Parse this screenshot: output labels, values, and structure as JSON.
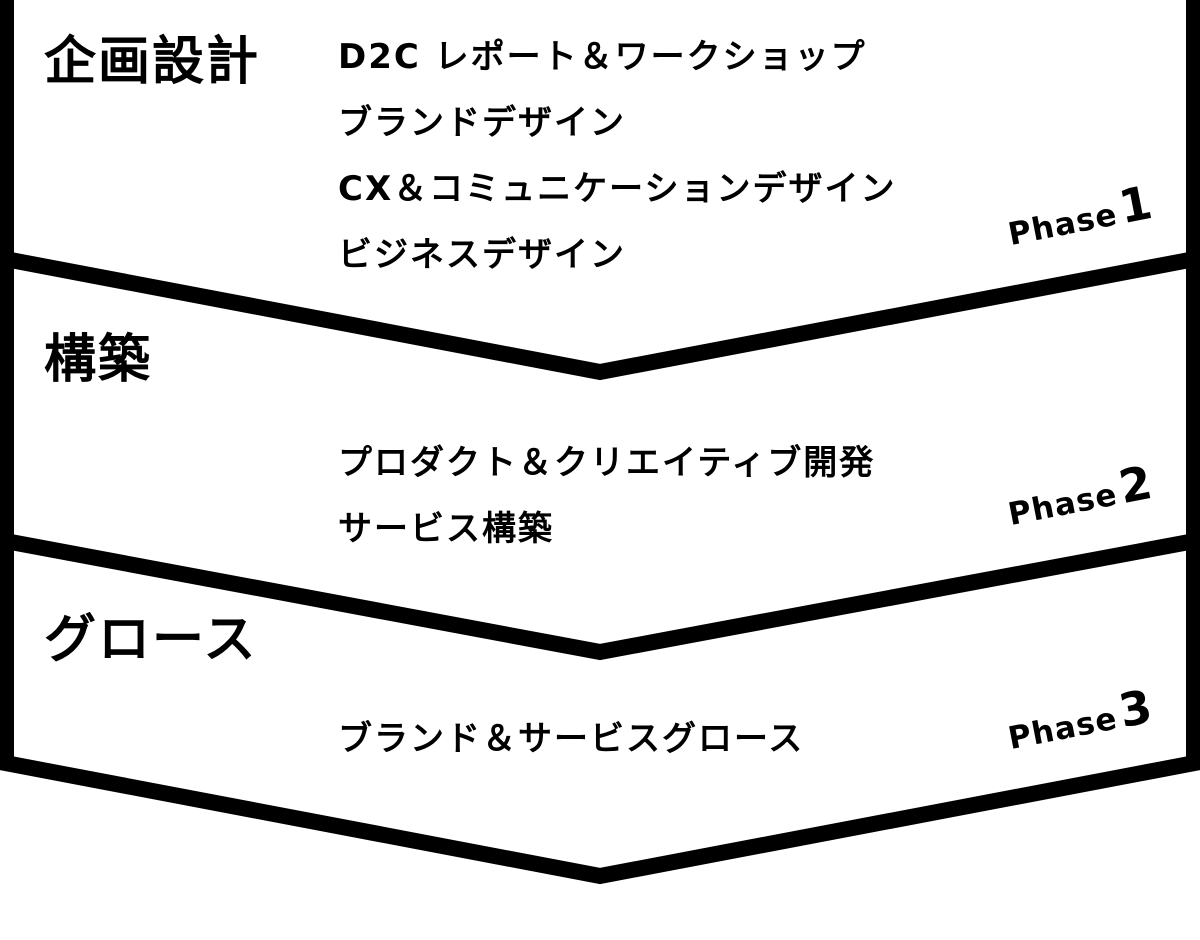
{
  "phases": [
    {
      "title": "企画設計",
      "items": [
        "D2C レポート＆ワークショップ",
        "ブランドデザイン",
        "CX＆コミュニケーションデザイン",
        "ビジネスデザイン"
      ],
      "phase_label": "Phase",
      "phase_number": "1"
    },
    {
      "title": "構築",
      "items": [
        "プロダクト＆クリエイティブ開発",
        "サービス構築"
      ],
      "phase_label": "Phase",
      "phase_number": "2"
    },
    {
      "title": "グロース",
      "items": [
        "ブランド＆サービスグロース"
      ],
      "phase_label": "Phase",
      "phase_number": "3"
    }
  ],
  "colors": {
    "stroke": "#000000",
    "background": "#ffffff"
  }
}
